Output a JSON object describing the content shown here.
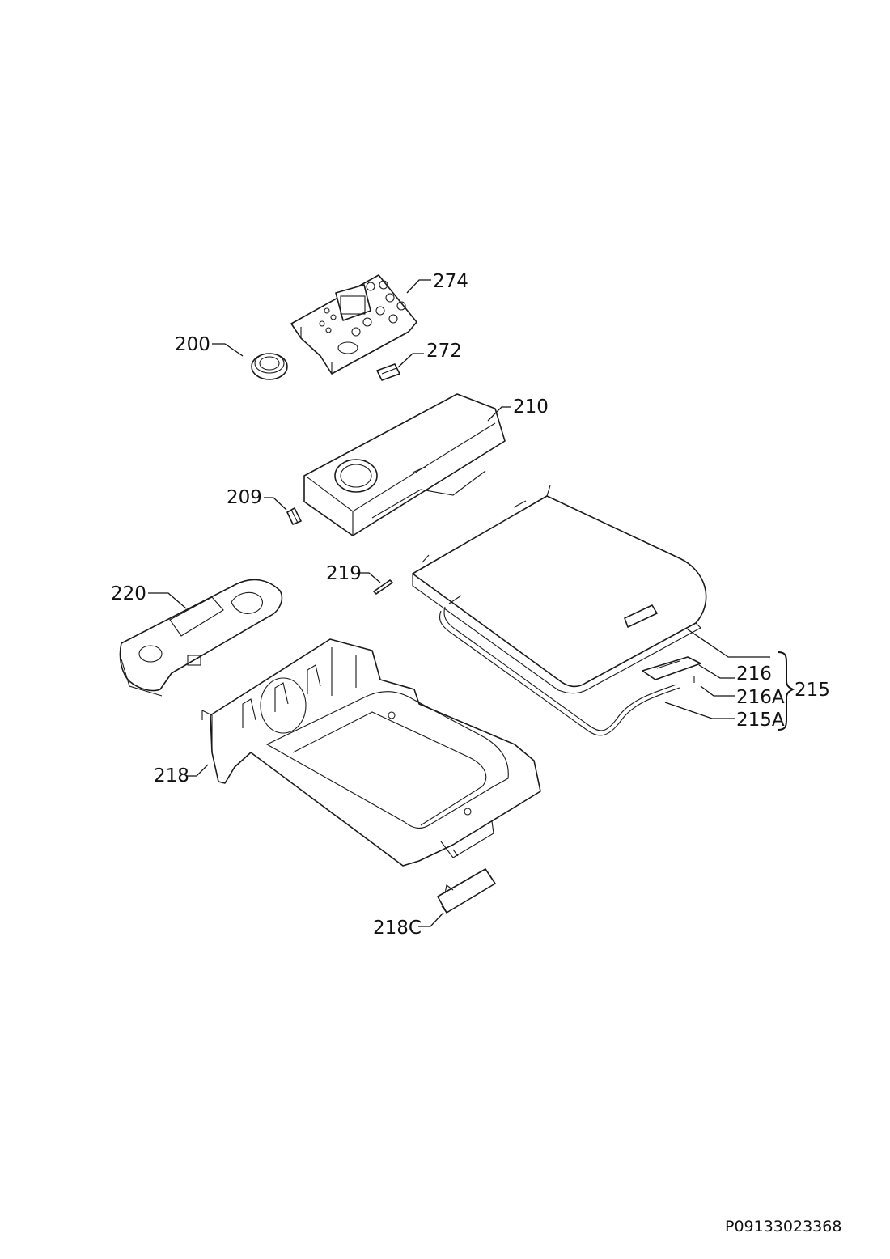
{
  "callouts": {
    "c274": "274",
    "c272": "272",
    "c200": "200",
    "c210": "210",
    "c209": "209",
    "c219": "219",
    "c220": "220",
    "c216": "216",
    "c216a": "216A",
    "c215": "215",
    "c215a": "215A",
    "c218": "218",
    "c218c": "218C"
  },
  "drawing_reference": "P09133023368"
}
